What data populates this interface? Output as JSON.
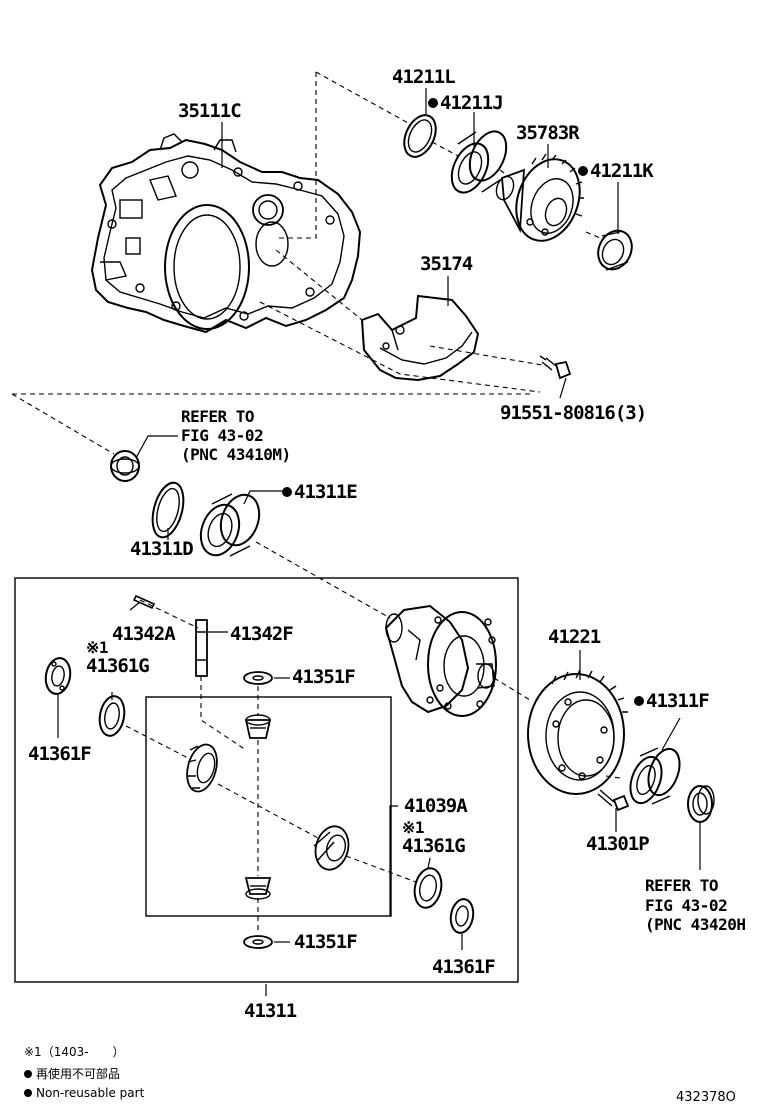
{
  "labels": {
    "p35111C": "35111C",
    "p41211L": "41211L",
    "p41211J": "41211J",
    "p35783R": "35783R",
    "p41211K": "41211K",
    "p35174": "35174",
    "p91551": "91551-80816(3)",
    "ref_top_1": "REFER TO",
    "ref_top_2": "FIG 43-02",
    "ref_top_3": "(PNC 43410M)",
    "p41311E": "41311E",
    "p41311D": "41311D",
    "p41342A": "41342A",
    "p41342F": "41342F",
    "mark1": "※1",
    "p41361G_a": "41361G",
    "p41351F_a": "41351F",
    "p41361F_a": "41361F",
    "p41221": "41221",
    "p41311F": "41311F",
    "p41039A": "41039A",
    "mark2": "※1",
    "p41361G_b": "41361G",
    "p41301P": "41301P",
    "p41351F_b": "41351F",
    "p41361F_b": "41361F",
    "ref_bot_1": "REFER TO",
    "ref_bot_2": "FIG 43-02",
    "ref_bot_3": "(PNC 43420H",
    "p41311": "41311"
  },
  "legend": {
    "footnote": "※1（1403-　　）",
    "non_reusable_jp": "再使用不可部品",
    "non_reusable_en": "Non-reusable part"
  },
  "figure_id": "432378O"
}
